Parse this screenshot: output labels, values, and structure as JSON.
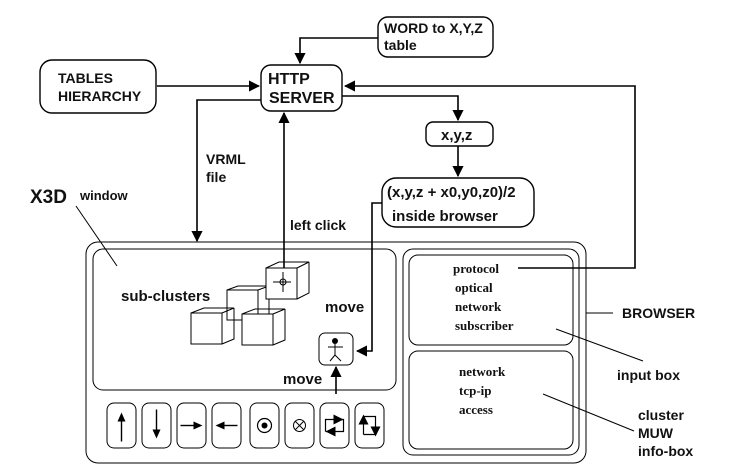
{
  "nodes": {
    "word_table": [
      "WORD to X,Y,Z",
      "table"
    ],
    "tables_hierarchy": [
      "TABLES",
      "HIERARCHY"
    ],
    "http_server": [
      "HTTP",
      "SERVER"
    ],
    "xyz": "x,y,z",
    "midpoint": [
      "(x,y,z + x0,y0,z0)/2",
      "inside browser"
    ]
  },
  "labels": {
    "vrml": [
      "VRML",
      "file"
    ],
    "left_click": "left click",
    "x3d": "X3D",
    "window": "window",
    "sub_clusters": "sub-clusters",
    "move_right": "move",
    "move_bottom": "move",
    "browser": "BROWSER",
    "input_box": "input box",
    "info_box": [
      "cluster",
      "MUW",
      "info-box"
    ]
  },
  "input_box": {
    "lines": [
      "protocol",
      "optical",
      "network",
      "subscriber"
    ]
  },
  "info_box": {
    "lines": [
      "network",
      "tcp-ip",
      "access"
    ]
  },
  "nav_buttons": [
    {
      "icon": "arrow-up-icon",
      "label": "up"
    },
    {
      "icon": "arrow-down-icon",
      "label": "down"
    },
    {
      "icon": "arrow-right-icon",
      "label": "right"
    },
    {
      "icon": "arrow-left-icon",
      "label": "left"
    },
    {
      "icon": "target-icon",
      "label": "center"
    },
    {
      "icon": "cross-circle-icon",
      "label": "cancel"
    },
    {
      "icon": "swap-horizontal-icon",
      "label": "swap horizontal"
    },
    {
      "icon": "swap-vertical-icon",
      "label": "swap vertical"
    }
  ]
}
